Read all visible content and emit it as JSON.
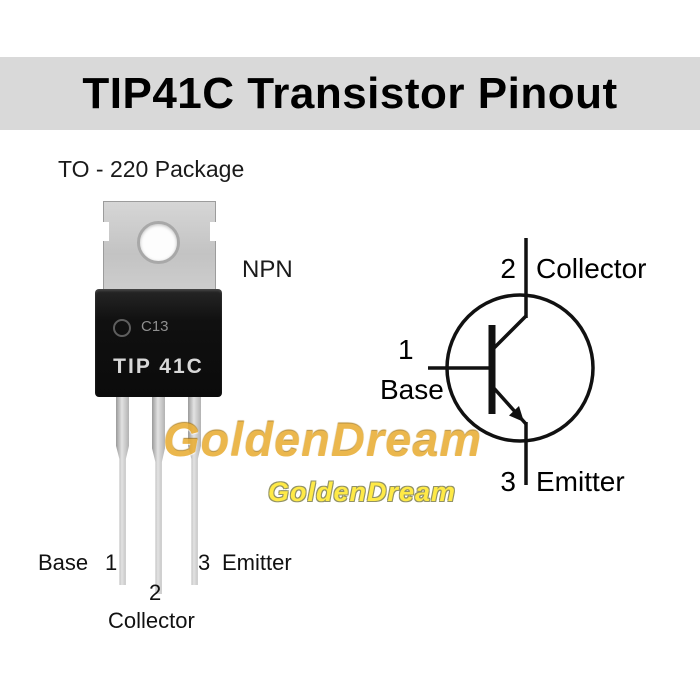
{
  "title": "TIP41C Transistor Pinout",
  "package": {
    "label": "TO - 220 Package",
    "type_label": "NPN",
    "marking_code": "C13",
    "marking_part": "TIP 41C"
  },
  "pinout": {
    "pin1_name": "Base",
    "pin1_number": "1",
    "pin2_number": "2",
    "pin2_name": "Collector",
    "pin3_number": "3",
    "pin3_name": "Emitter"
  },
  "symbol": {
    "collector_number": "2",
    "collector_label": "Collector",
    "base_number": "1",
    "base_label": "Base",
    "emitter_number": "3",
    "emitter_label": "Emitter"
  },
  "watermark": {
    "primary": "GoldenDream",
    "secondary": "GoldenDream"
  },
  "colors": {
    "title_background": "#d9d9d9",
    "package_body": "#101010",
    "metal_tab": "#c9c9c9",
    "watermark_gold": "#e9ae35",
    "watermark_yellow": "#ffe93d"
  }
}
